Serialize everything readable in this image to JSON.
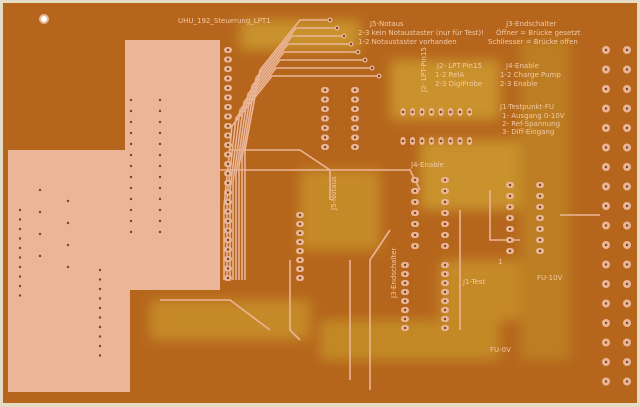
{
  "board_title": "UHU_192_Steuerung_LPT1",
  "labels": {
    "j5_title": "J5-Notaus",
    "j5_line1": "2-3 kein Notaustaster (nur für Test)!",
    "j5_line2": "1-2 Notaustaster vorhanden",
    "j3_title": "J3-Endschalter",
    "j3_line1": "Öffner = Brücke gesetzt",
    "j3_line2": "Schliesser = Brücke offen",
    "j2_title": "J2- LPT-Pin15",
    "j2_line1": "1-2 RelA",
    "j2_line2": "2-3 DigiProbe",
    "j4_title": "J4-Enable",
    "j4_line1": "1-2 Charge Pump",
    "j4_line2": "2-3 Enable",
    "j1_title": "J1-Testpunkt-FU",
    "j1_line1": "1- Ausgang 0-10V",
    "j1_line2": "2- Ref-Spannung",
    "j1_line3": "3- Diff-Eingang",
    "j4_enable": "J4-Enable",
    "j5_notaus_vert": "J5-Notaus",
    "j2_vert": "J2- LPT-Pin15",
    "j3_vert": "J3-Endschalter",
    "j1_test": "J1-Test",
    "fu_10v": "FU-10V",
    "fu_0v": "FU-0V",
    "pin1": "1"
  },
  "colors": {
    "substrate": "#b5661c",
    "shade": "#c9982c",
    "copper": "#ebb597",
    "edge": "#d9c9a0"
  }
}
